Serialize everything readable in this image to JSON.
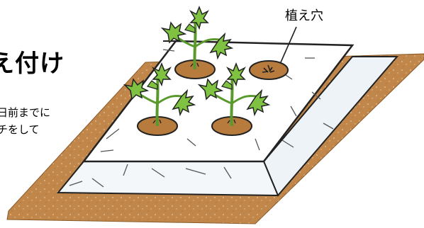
{
  "text": {
    "heading": "え付け",
    "note_line1": "日前までに",
    "note_line2": "チをして",
    "hole_label": "植え穴"
  },
  "colors": {
    "soil": "#c0864a",
    "soil_speck": "#e8c9a0",
    "mulch": "#ffffff",
    "mulch_side": "#eef3f7",
    "leaf": "#7fc241",
    "stem": "#5a9a2c",
    "hole": "#b77b3d",
    "outline": "#222222"
  },
  "icons": [
    "seedling-icon",
    "planting-hole-icon"
  ]
}
